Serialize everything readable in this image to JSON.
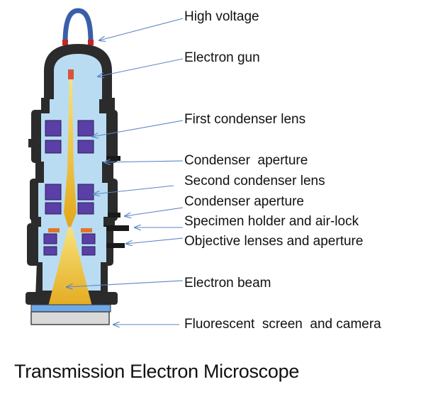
{
  "title": "Transmission Electron Microscope",
  "labels": [
    {
      "id": "high-voltage",
      "text": "High voltage"
    },
    {
      "id": "electron-gun",
      "text": "Electron gun"
    },
    {
      "id": "first-condenser-lens",
      "text": "First condenser lens"
    },
    {
      "id": "condenser-aperture-1",
      "text": "Condenser  aperture"
    },
    {
      "id": "second-condenser-lens",
      "text": "Second condenser lens"
    },
    {
      "id": "condenser-aperture-2",
      "text": "Condenser aperture"
    },
    {
      "id": "specimen-holder",
      "text": "Specimen holder and air-lock"
    },
    {
      "id": "objective-lenses",
      "text": "Objective lenses and aperture"
    },
    {
      "id": "electron-beam",
      "text": "Electron beam"
    },
    {
      "id": "fluorescent-screen",
      "text": "Fluorescent  screen  and camera"
    }
  ],
  "colors": {
    "arrow": "#5b86c4",
    "body": "#2b2b2b",
    "inner": "#b9dcf2",
    "lens": "#5a3fa6",
    "beam": "#e9b822",
    "hv_cable": "#3a5fa8"
  }
}
